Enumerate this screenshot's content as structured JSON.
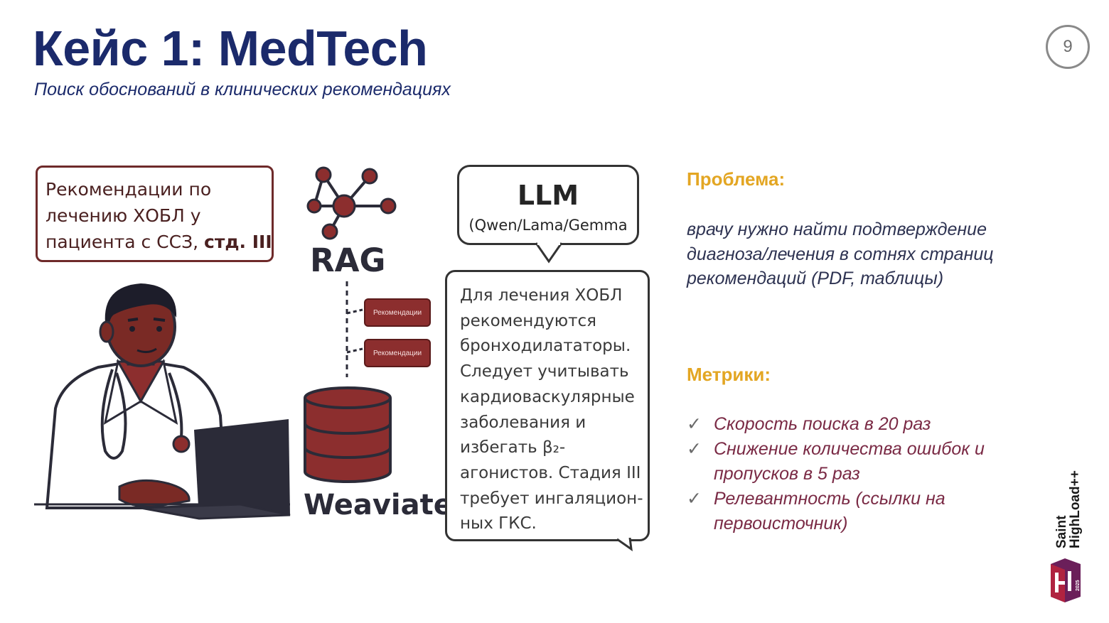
{
  "slide": {
    "title": "Кейс 1: MedTech",
    "subtitle": "Поиск обоснований в клинических рекомендациях",
    "page_number": "9"
  },
  "illustration": {
    "query_lines": [
      "Рекомендации по",
      "лечению ХОБЛ у",
      "пациента с ССЗ, "
    ],
    "query_bold": "стд.  III",
    "rag_label": "RAG",
    "doc_chips": [
      "Рекомендации",
      "Рекомендации"
    ],
    "db_label": "Weaviate",
    "llm_title": "LLM",
    "llm_models": "(Qwen/Lama/Gemma",
    "answer_lines": [
      "Для лечения ХОБЛ",
      "рекомендуются",
      "бронходилататоры.",
      "Следует учитывать",
      "кардиоваскулярные",
      "заболевания и",
      "избегать β₂-",
      "агонистов. Стадия III",
      "требует ингаляцион-",
      "ных ГКС."
    ]
  },
  "problem": {
    "heading": "Проблема:",
    "lines": [
      "врачу нужно найти подтверждение",
      "диагноза/лечения в сотнях страниц",
      "рекомендаций (PDF, таблицы)"
    ]
  },
  "metrics": {
    "heading": "Метрики:",
    "items": [
      [
        "Скорость поиска в 20 раз"
      ],
      [
        "Снижение количества ошибок и",
        "пропусков в 5 раз"
      ],
      [
        "Релевантность (ссылки на",
        "первоисточник)"
      ]
    ]
  },
  "brand": {
    "name_lines": [
      "Saint",
      "HighLoad++"
    ],
    "year": "2025"
  },
  "colors": {
    "title": "#1b2a6b",
    "accent_heading": "#e3a623",
    "metrics_text": "#7a2a45",
    "maroon": "#8c2e2e"
  }
}
